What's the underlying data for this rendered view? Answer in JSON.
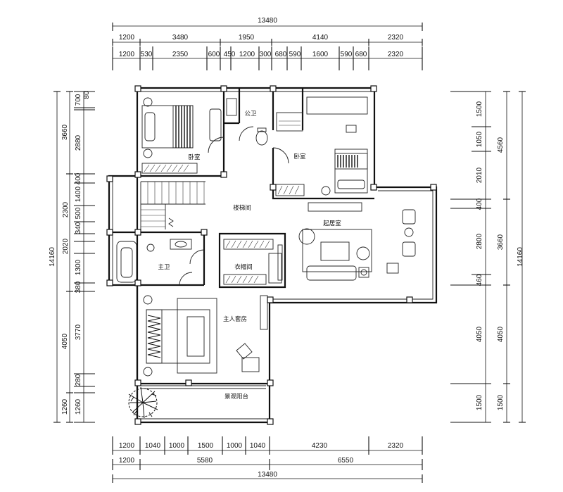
{
  "dimensions": {
    "top_total": "13480",
    "top_row1": [
      "1200",
      "3480",
      "1950",
      "4140",
      "2320"
    ],
    "top_row2": [
      "1200",
      "530",
      "2350",
      "600",
      "450",
      "1200",
      "300",
      "680",
      "590",
      "1600",
      "590",
      "680",
      "2320"
    ],
    "bottom_row1": [
      "1200",
      "1040",
      "1000",
      "1500",
      "1000",
      "1040",
      "4230",
      "2320"
    ],
    "bottom_row2": [
      "1200",
      "5580",
      "6550"
    ],
    "bottom_total": "13480",
    "left_total": "14160",
    "left_outer": [
      "3660",
      "4050",
      "1260"
    ],
    "left_inner": [
      "700",
      "80",
      "2880",
      "400",
      "2300",
      "1400",
      "500",
      "340",
      "2020",
      "1300",
      "380",
      "3770",
      "280",
      "1260"
    ],
    "right_total": "14160",
    "right_outer": [
      "4560",
      "3660",
      "4050",
      "1500"
    ],
    "right_inner": [
      "1500",
      "1050",
      "2010",
      "400",
      "2800",
      "460",
      "4050",
      "1500"
    ]
  },
  "rooms": {
    "bedroom_1": "卧室",
    "public_bath": "公卫",
    "bedroom_2": "卧室",
    "stair_hall": "楼梯间",
    "living_room": "起居室",
    "master_bath": "主卫",
    "closet": "衣帽间",
    "master_suite": "主人套房",
    "balcony": "景观阳台"
  }
}
